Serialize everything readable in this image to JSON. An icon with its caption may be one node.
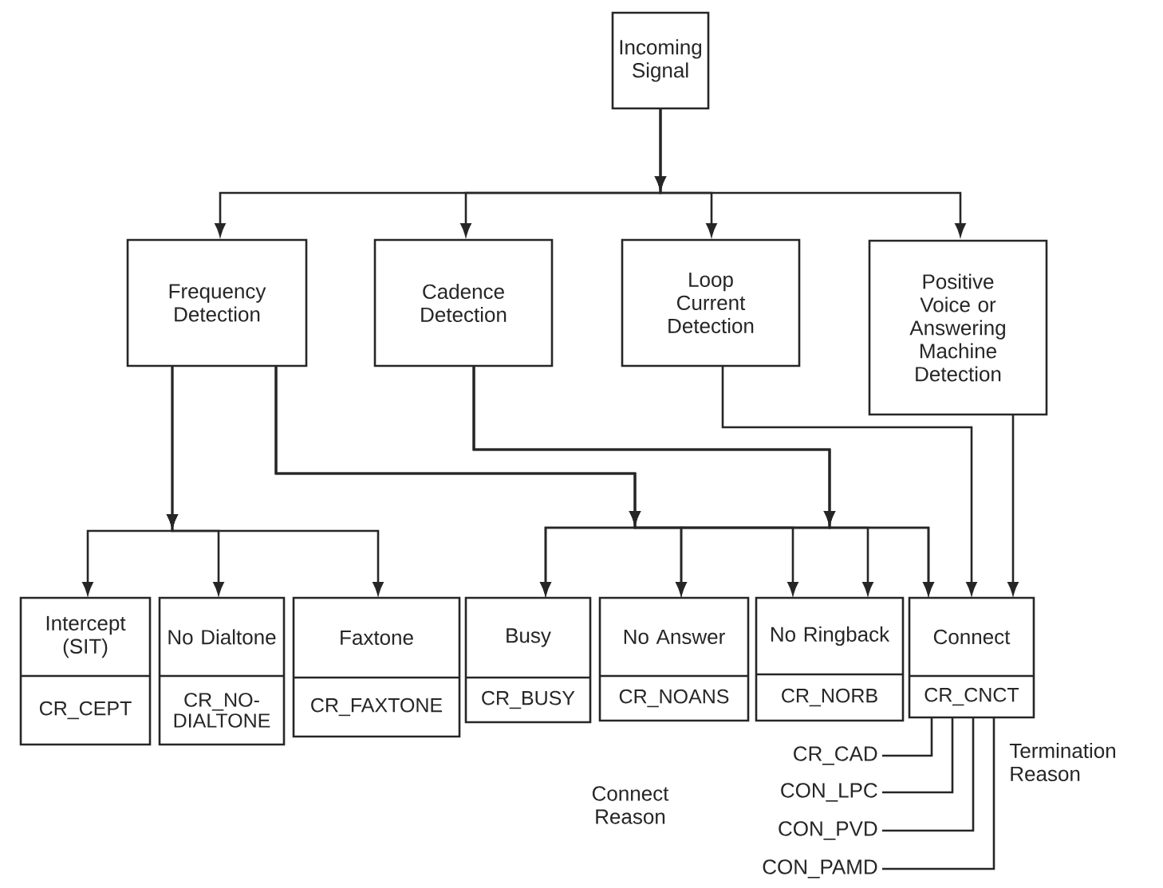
{
  "diagram": {
    "nodes": [
      {
        "text": [
          "Incoming Signal"
        ]
      },
      {
        "text": [
          "Frequency Detection"
        ]
      },
      {
        "text": [
          "Cadence Detection"
        ]
      },
      {
        "text": [
          "Loop Current Detection"
        ]
      },
      {
        "text": [
          "Positive Voice or Answering Machine Detection"
        ]
      },
      {
        "text": [
          "Intercept (SIT)",
          "CR_CEPT"
        ]
      },
      {
        "text": [
          "No Dialtone",
          "CR_NO-DIALTONE"
        ]
      },
      {
        "text": [
          "Faxtone",
          "CR_FAXTONE"
        ]
      },
      {
        "text": [
          "Busy",
          "CR_BUSY"
        ]
      },
      {
        "text": [
          "No Answer",
          "CR_NOANS"
        ]
      },
      {
        "text": [
          "No Ringback",
          "CR_NORB"
        ]
      },
      {
        "text": [
          "Connect",
          "CR_CNCT"
        ]
      },
      {
        "text": [
          "CR_CAD"
        ]
      },
      {
        "text": [
          "CON_LPC"
        ]
      },
      {
        "text": [
          "CON_PVD"
        ]
      },
      {
        "text": [
          "CON_PAMD"
        ]
      }
    ],
    "edges": [
      {
        "from": 0,
        "to": 1,
        "arrow": "to"
      },
      {
        "from": 0,
        "to": 2,
        "arrow": "to"
      },
      {
        "from": 0,
        "to": 3,
        "arrow": "to"
      },
      {
        "from": 0,
        "to": 4,
        "arrow": "to"
      },
      {
        "from": 1,
        "to": 5,
        "arrow": "to"
      },
      {
        "from": 1,
        "to": 6,
        "arrow": "to"
      },
      {
        "from": 1,
        "to": 7,
        "arrow": "to"
      },
      {
        "from": 1,
        "to": 8,
        "arrow": "to"
      },
      {
        "from": 1,
        "to": 9,
        "arrow": "to"
      },
      {
        "from": 1,
        "to": 10,
        "arrow": "to"
      },
      {
        "from": 1,
        "to": 11,
        "arrow": "to"
      },
      {
        "from": 2,
        "to": 8,
        "arrow": "to"
      },
      {
        "from": 2,
        "to": 9,
        "arrow": "to"
      },
      {
        "from": 2,
        "to": 10,
        "arrow": "to"
      },
      {
        "from": 2,
        "to": 11,
        "arrow": "to"
      },
      {
        "from": 3,
        "to": 11,
        "arrow": "to"
      },
      {
        "from": 4,
        "to": 11,
        "arrow": "to"
      },
      {
        "from": 11,
        "to": 12,
        "arrow": "none"
      },
      {
        "from": 11,
        "to": 13,
        "arrow": "none"
      },
      {
        "from": 11,
        "to": 14,
        "arrow": "none"
      },
      {
        "from": 11,
        "to": 15,
        "arrow": "none"
      }
    ],
    "labels": [
      "Connect Reason",
      "Termination Reason"
    ]
  }
}
